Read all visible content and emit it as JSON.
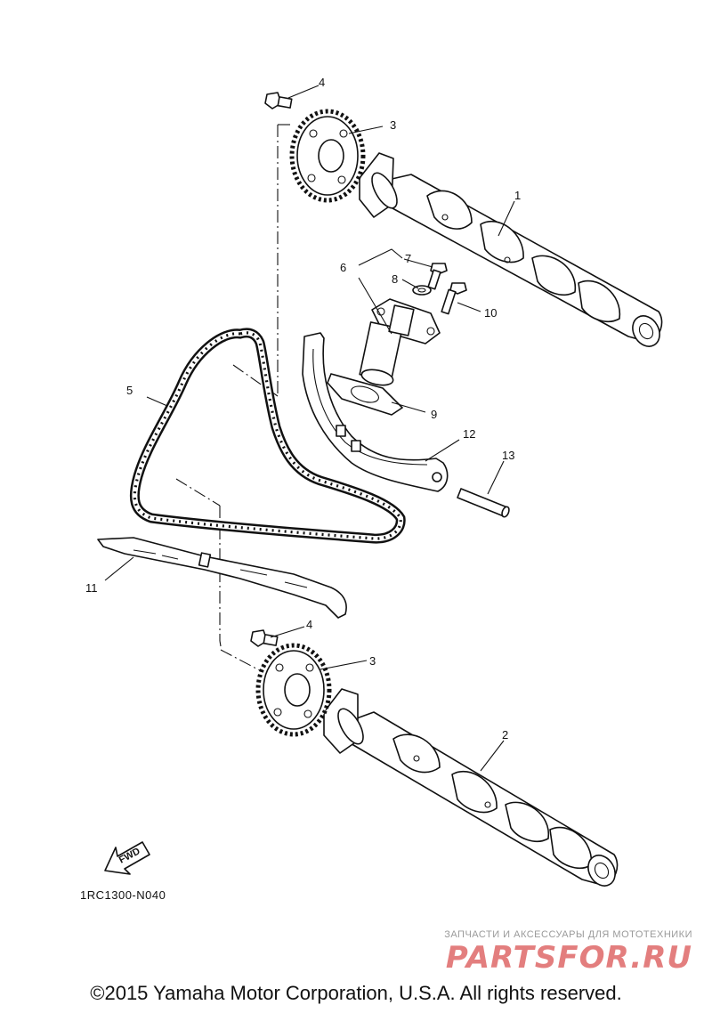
{
  "callouts": {
    "c1": "1",
    "c2": "2",
    "c3_top": "3",
    "c3_bottom": "3",
    "c4_top": "4",
    "c4_bottom": "4",
    "c5": "5",
    "c6": "6",
    "c7": "7",
    "c8": "8",
    "c9": "9",
    "c10": "10",
    "c11": "11",
    "c12": "12",
    "c13": "13"
  },
  "fwd_label": "FWD",
  "drawing_code": "1RC1300-N040",
  "copyright": "©2015 Yamaha Motor Corporation, U.S.A. All rights reserved.",
  "watermark": {
    "tagline": "ЗАПЧАСТИ И АКСЕССУАРЫ ДЛЯ МОТОТЕХНИКИ",
    "logo": "PARTSFOR.RU"
  },
  "icons": [
    "fwd-arrow-icon"
  ]
}
